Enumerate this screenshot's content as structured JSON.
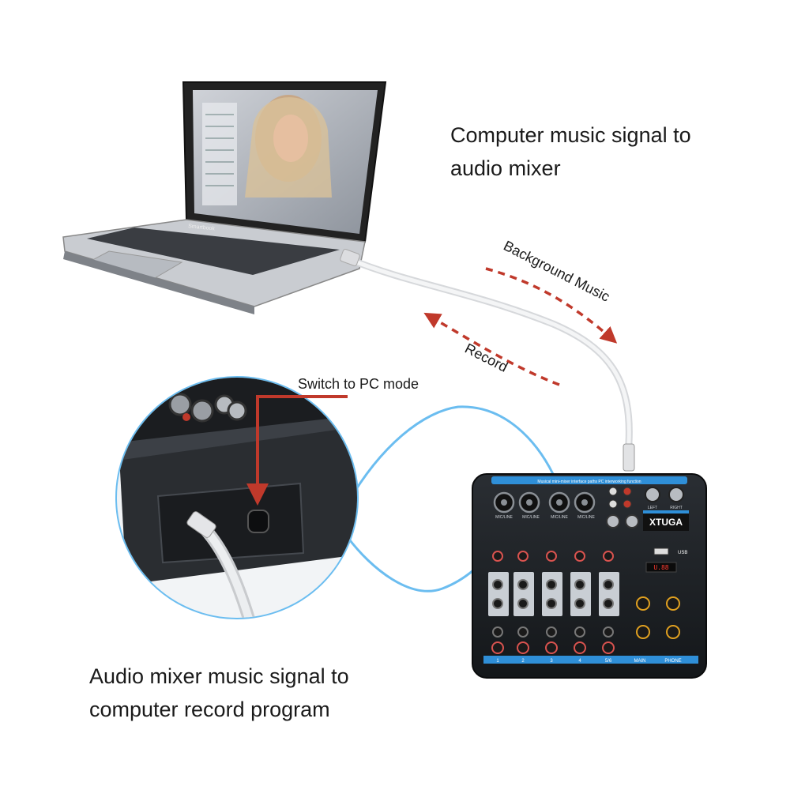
{
  "captions": {
    "computer_to_mixer": [
      "Computer music signal to",
      "audio mixer"
    ],
    "mixer_to_computer": [
      "Audio mixer music signal to",
      "computer record program"
    ]
  },
  "labels": {
    "background_music": "Background Music",
    "record": "Record",
    "switch_to_pc": "Switch to PC mode"
  },
  "mixer": {
    "brand": "XTUGA",
    "top_strip": "Musical mini-mixer interface paths PC interworking function",
    "usb_label": "USB",
    "channel_labels": [
      "1",
      "2",
      "3",
      "4",
      "5/6",
      "MAIN",
      "PHONE"
    ],
    "input_labels": [
      "MIC/LINE",
      "MIC/LINE",
      "MIC/LINE",
      "MIC/LINE"
    ],
    "output_labels": [
      "LEFT",
      "RIGHT"
    ],
    "display": "U.88"
  },
  "laptop": {
    "brand": "Smartbook"
  },
  "colors": {
    "arrow_red": "#c0392b",
    "cable_blue": "#5bb6ea",
    "mixer_body": "#1e2124",
    "mixer_accent": "#2f8fd8",
    "text": "#1a1a1a"
  }
}
